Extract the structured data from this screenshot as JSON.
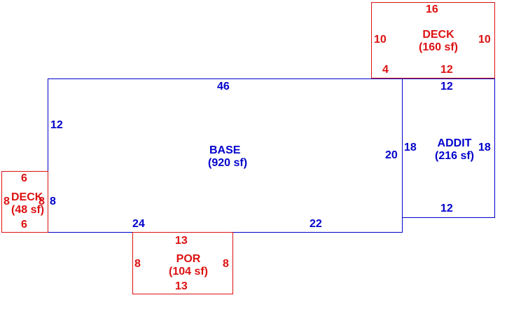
{
  "colors": {
    "base_addit": "#0000cc",
    "deck_por": "#dd1111",
    "background": "#ffffff"
  },
  "areas": {
    "base": {
      "name": "BASE",
      "area": "(920 sf)",
      "top": "46",
      "left": "12",
      "right": "20",
      "bottom_left": "24",
      "bottom_right": "22",
      "left_lower": "8"
    },
    "addit": {
      "name": "ADDIT",
      "area": "(216 sf)",
      "top": "12",
      "left": "18",
      "right": "18",
      "bottom": "12"
    },
    "deck_top": {
      "name": "DECK",
      "area": "(160 sf)",
      "top": "16",
      "left": "10",
      "right": "10",
      "bottom_left": "4",
      "bottom_right": "12"
    },
    "deck_left": {
      "name": "DECK",
      "area": "(48 sf)",
      "top": "6",
      "left": "8",
      "right": "8",
      "bottom": "6"
    },
    "por": {
      "name": "POR",
      "area": "(104 sf)",
      "top": "13",
      "left": "8",
      "right": "8",
      "bottom": "13"
    }
  }
}
